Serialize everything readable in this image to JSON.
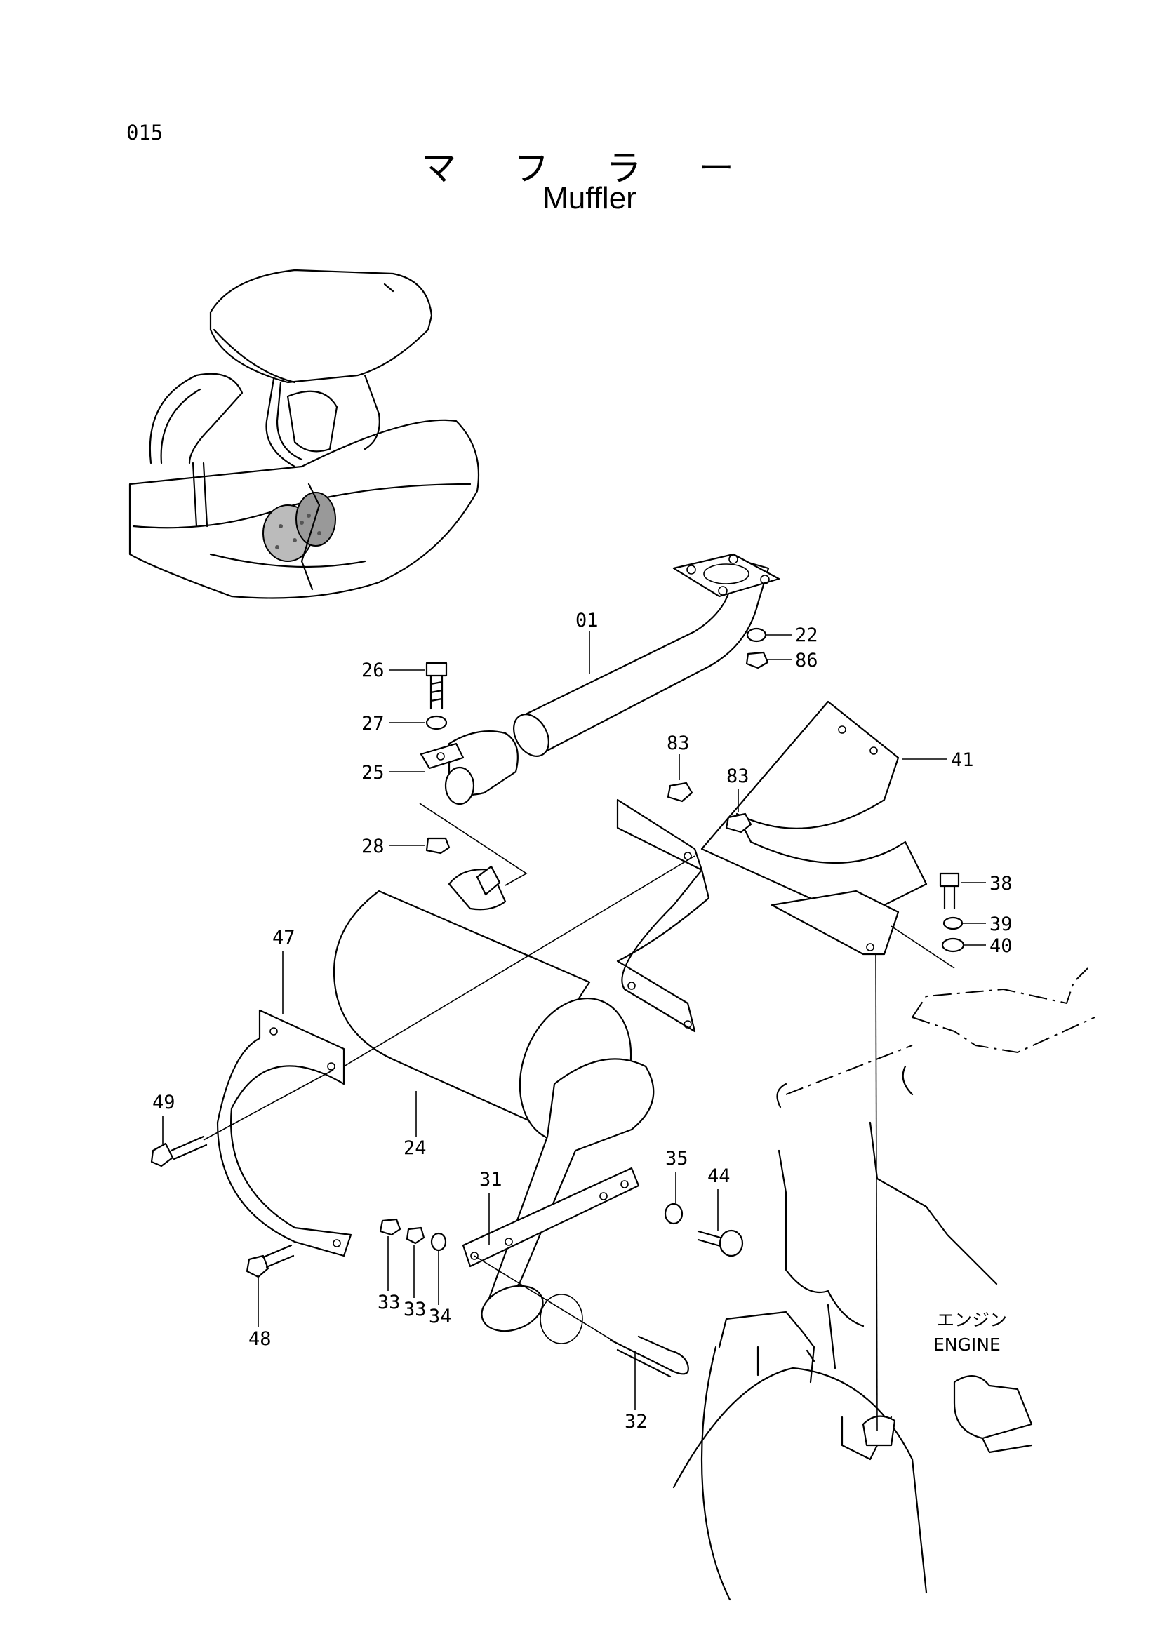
{
  "page_code": "015",
  "title_jp": "マ フ ラ ー",
  "title_en": "Muffler",
  "engine_label_jp": "エンジン",
  "engine_label_en": "ENGINE",
  "callouts": [
    "01",
    "22",
    "86",
    "26",
    "27",
    "25",
    "28",
    "83",
    "83",
    "41",
    "38",
    "39",
    "40",
    "47",
    "49",
    "24",
    "31",
    "35",
    "44",
    "33",
    "33",
    "34",
    "48",
    "32"
  ]
}
